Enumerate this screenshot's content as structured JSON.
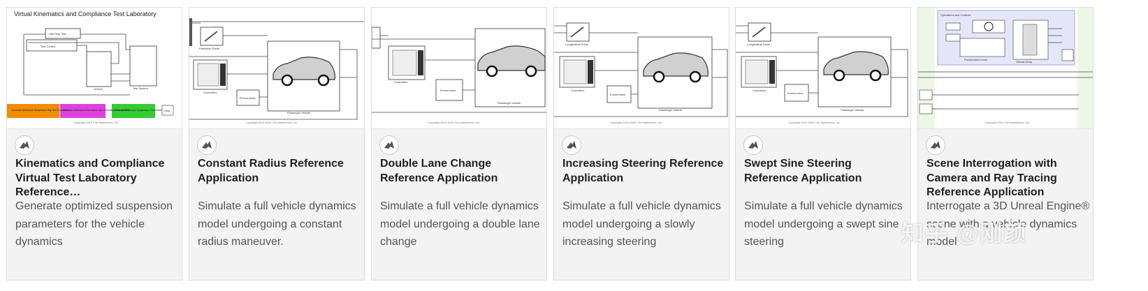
{
  "cards": [
    {
      "title": "Kinematics and Compliance Virtual Test Laboratory Reference…",
      "description": "Generate optimized suspension parameters for the vehicle dynamics",
      "thumb_title": "Virtual Kinematics and Compliance Test Laboratory",
      "thumb_copyright": "Copyright 2019 The MathWorks, Inc.",
      "thumb_labels": [
        "Half Ship Test",
        "Test Control",
        "Vehicle",
        "Test System"
      ],
      "boxes": [
        {
          "label": "Generate Reference Suspension Rig Test Parameters",
          "color": "#f28c00"
        },
        {
          "label": "Generate Reference Kinematics and Compliance Parameters",
          "color": "#e040e0"
        },
        {
          "label": "Generate Reference Suspension Parameters",
          "color": "#33cc33"
        }
      ],
      "help_label": "Help"
    },
    {
      "title": "Constant Radius Reference Application",
      "description": "Simulate a full vehicle dynamics model undergoing a constant radius maneuver.",
      "thumb_copyright": "Copyright 2019-2020 The MathWorks, Inc.",
      "thumb_labels": [
        "Predictive Driver",
        "Controllers",
        "Environment",
        "Passenger Vehicle"
      ]
    },
    {
      "title": "Double Lane Change Reference Application",
      "description": "Simulate a full vehicle dynamics model undergoing a double lane change",
      "thumb_copyright": "Copyright 2019-2020 The MathWorks, Inc.",
      "thumb_labels": [
        "Controllers",
        "Environment",
        "Passenger Vehicle"
      ]
    },
    {
      "title": "Increasing Steering Reference Application",
      "description": "Simulate a full vehicle dynamics model undergoing a slowly increasing steering",
      "thumb_copyright": "Copyright 2019-2020 The MathWorks, Inc.",
      "thumb_labels": [
        "Longitudinal Driver",
        "Controllers",
        "Environment",
        "Passenger Vehicle"
      ]
    },
    {
      "title": "Swept Sine Steering Reference Application",
      "description": "Simulate a full vehicle dynamics model undergoing a swept sine steering",
      "thumb_copyright": "Copyright 2019-2020 The MathWorks, Inc.",
      "thumb_labels": [
        "Longitudinal Driver",
        "Controllers",
        "Environment",
        "Passenger Vehicle"
      ]
    },
    {
      "title": "Scene Interrogation with Camera and Ray Tracing Reference Application",
      "description": "Interrogate a 3D Unreal Engine® scene with a vehicle dynamics model",
      "thumb_copyright": "Copyright 2019 The MathWorks, Inc.",
      "thumb_labels": [
        "Operations and Controls",
        "Powertrain/Control",
        "Vehicle Body"
      ]
    }
  ],
  "watermark": "知乎 @刚颜",
  "colors": {
    "card_bg": "#f3f3f3",
    "title": "#1f1f1f",
    "desc": "#555555"
  }
}
